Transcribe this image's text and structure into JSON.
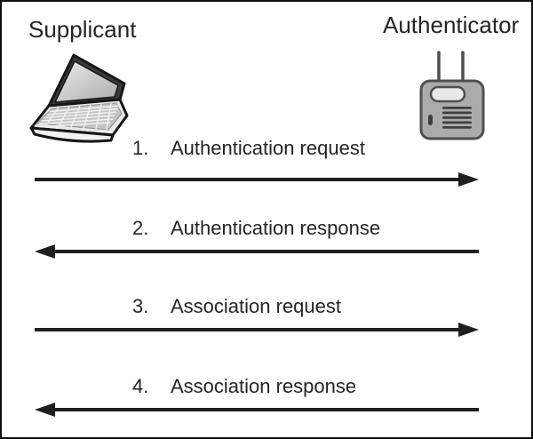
{
  "diagram": {
    "type": "sequence",
    "actors": [
      {
        "name": "Supplicant",
        "icon": "laptop-icon"
      },
      {
        "name": "Authenticator",
        "icon": "access-point-icon"
      }
    ],
    "messages": [
      {
        "number": "1.",
        "label": "Authentication request",
        "direction": "left-to-right",
        "from": "Supplicant",
        "to": "Authenticator"
      },
      {
        "number": "2.",
        "label": "Authentication response",
        "direction": "right-to-left",
        "from": "Authenticator",
        "to": "Supplicant"
      },
      {
        "number": "3.",
        "label": "Association request",
        "direction": "left-to-right",
        "from": "Supplicant",
        "to": "Authenticator"
      },
      {
        "number": "4.",
        "label": "Association response",
        "direction": "right-to-left",
        "from": "Authenticator",
        "to": "Supplicant"
      }
    ],
    "colors": {
      "background": "#ffffff",
      "border": "#0d0d0d",
      "text": "#242424",
      "arrow": "#1f1f1f",
      "device_body_gray": "#ababab",
      "device_dark_gray": "#4f4f4f",
      "device_light_panel": "#e8e8e8"
    }
  }
}
